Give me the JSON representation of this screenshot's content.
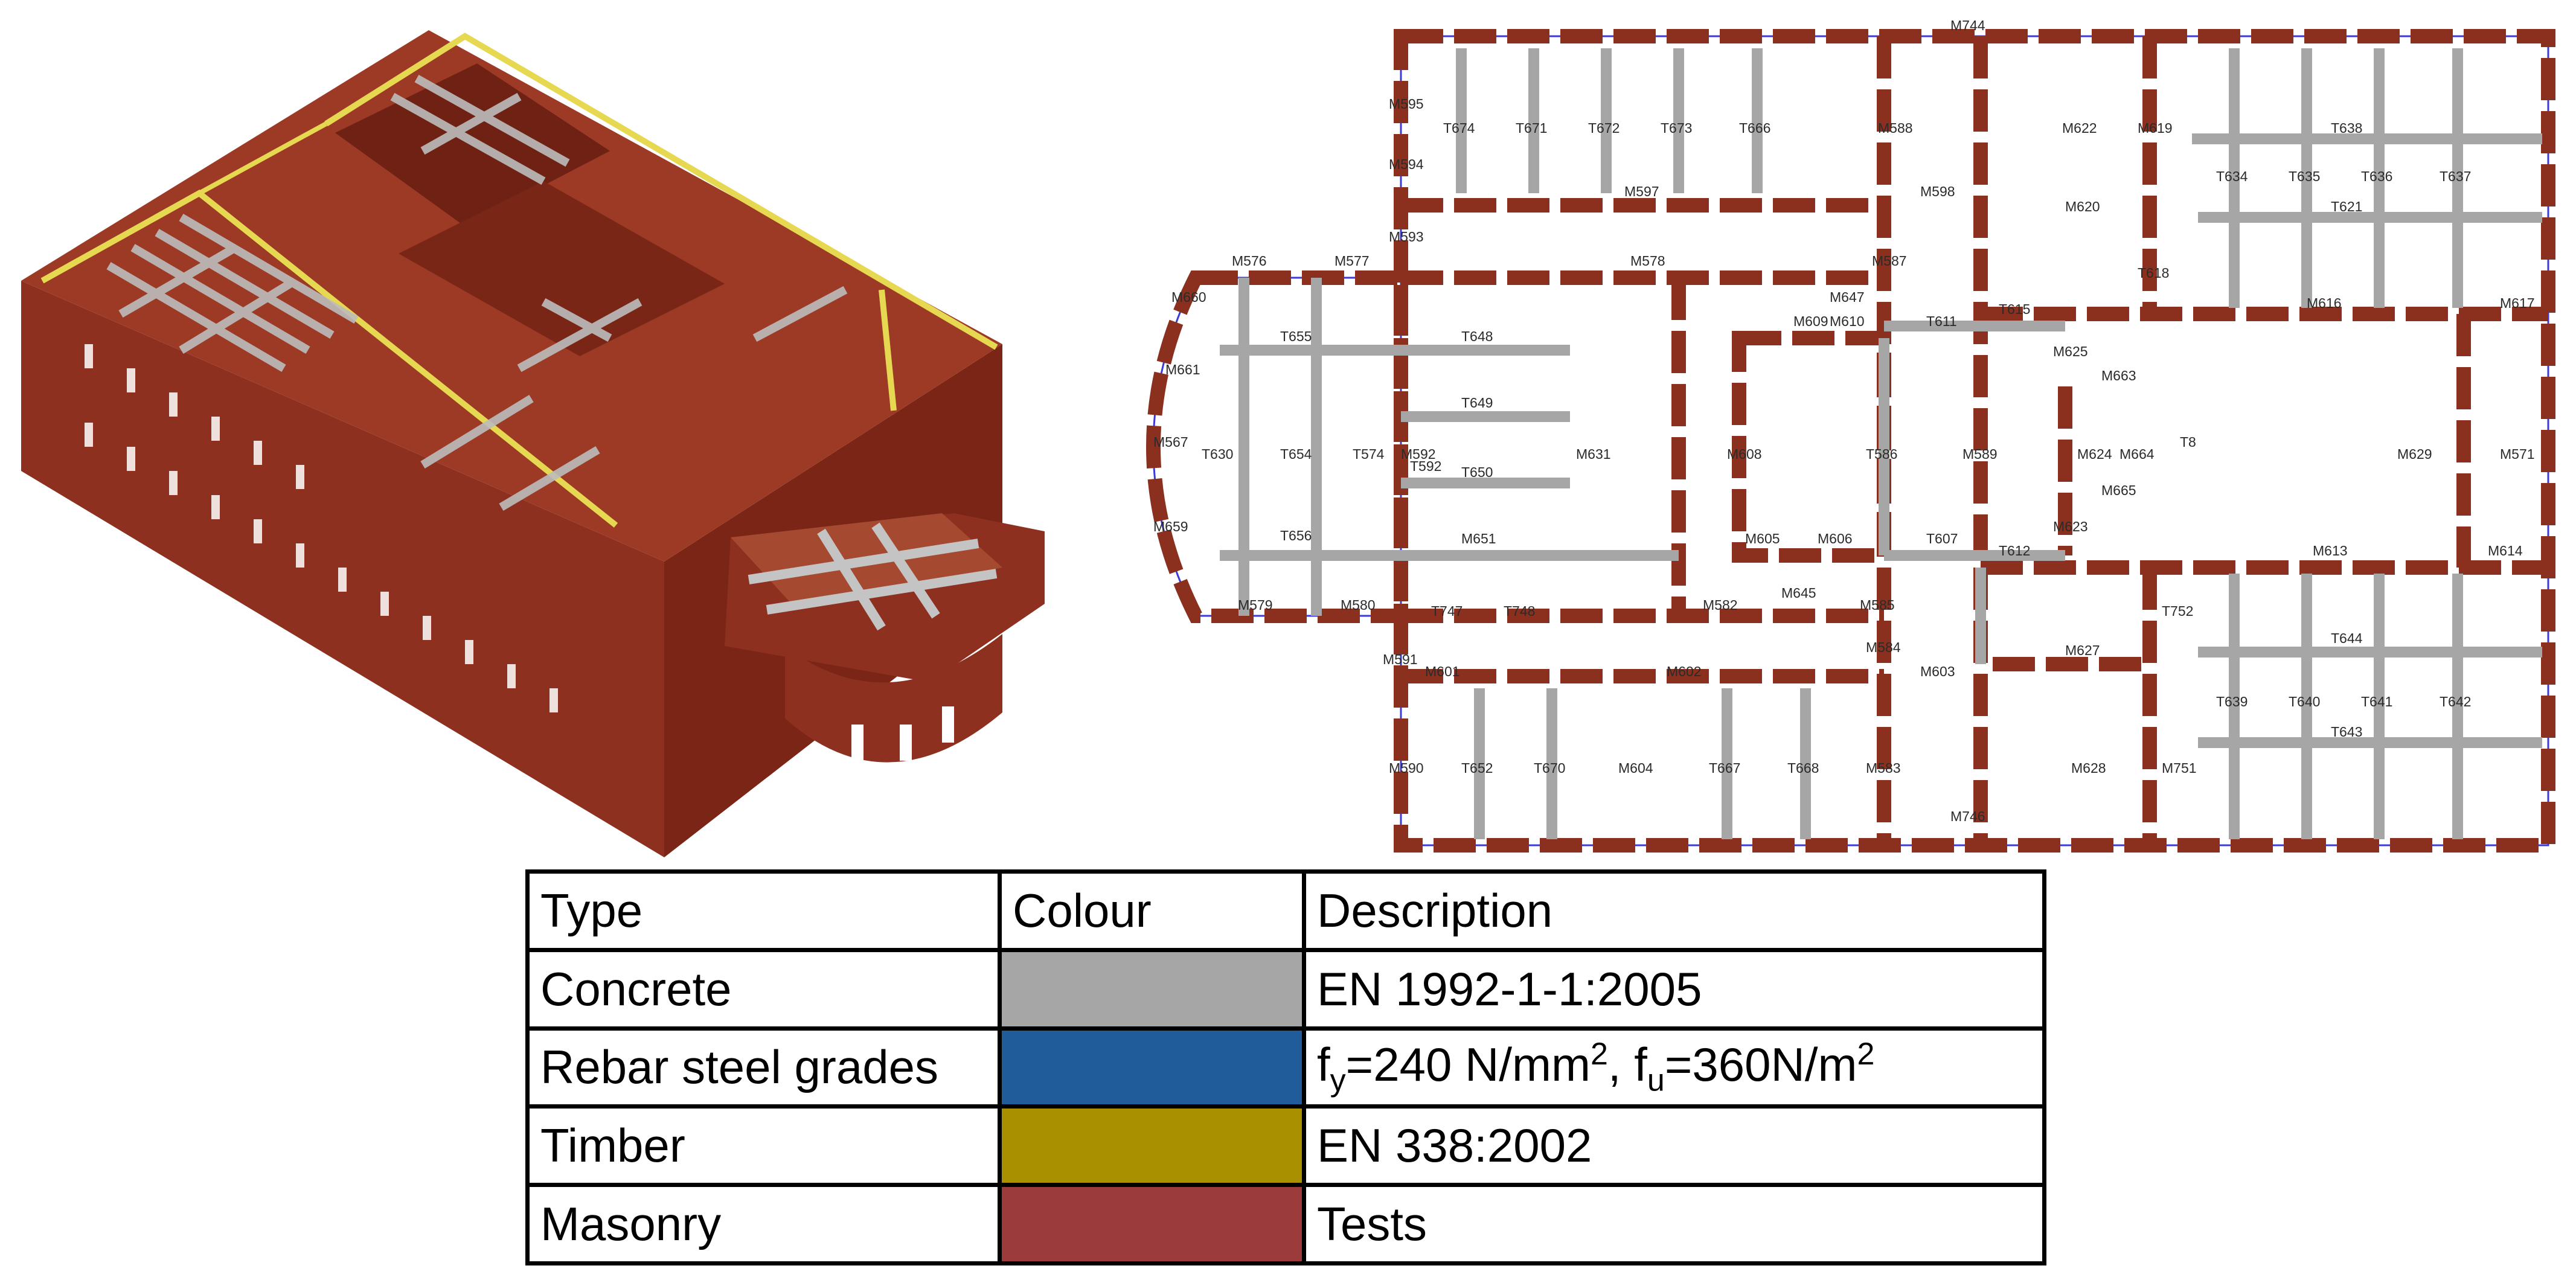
{
  "plan": {
    "labels": [
      "M595",
      "M594",
      "M593",
      "T674",
      "T671",
      "T672",
      "T673",
      "T666",
      "M588",
      "M597",
      "M598",
      "M622",
      "M619",
      "M620",
      "T638",
      "T634",
      "T635",
      "T636",
      "T637",
      "T621",
      "M576",
      "M577",
      "M578",
      "M587",
      "T618",
      "M616",
      "M617",
      "M660",
      "M609",
      "M647",
      "M610",
      "T611",
      "T615",
      "M625",
      "T655",
      "T648",
      "M663",
      "M661",
      "T649",
      "M567",
      "T630",
      "T654",
      "T574",
      "M592",
      "T592",
      "M631",
      "M608",
      "T586",
      "M589",
      "M624",
      "M664",
      "T8",
      "M629",
      "M571",
      "T650",
      "T656",
      "M665",
      "M659",
      "M651",
      "M605",
      "M606",
      "T607",
      "T612",
      "M623",
      "M613",
      "M614",
      "M645",
      "M579",
      "M580",
      "T747",
      "T748",
      "M582",
      "M585",
      "T752",
      "M591",
      "M584",
      "M603",
      "M627",
      "T644",
      "M601",
      "M602",
      "T639",
      "T640",
      "T641",
      "T642",
      "T643",
      "M590",
      "T652",
      "T670",
      "M604",
      "T667",
      "T668",
      "M583",
      "M628",
      "M751",
      "M746",
      "M744"
    ]
  },
  "legend": {
    "header": {
      "type": "Type",
      "colour": "Colour",
      "description": "Description"
    },
    "rows": [
      {
        "type": "Concrete",
        "color": "#a6a6a6",
        "description": "EN 1992-1-1:2005"
      },
      {
        "type": "Rebar steel grades",
        "color": "#1f5c99",
        "description_fy": "f",
        "fy_sub": "y",
        "fy_val": "=240 N/mm",
        "fy_sup": "2",
        "sep": ", ",
        "fu": "f",
        "fu_sub": "u",
        "fu_val": "=360N/m",
        "fu_sup": "2"
      },
      {
        "type": "Timber",
        "color": "#a89000",
        "description": "EN 338:2002"
      },
      {
        "type": "Masonry",
        "color": "#9c3b3b",
        "description": "Tests"
      }
    ]
  },
  "colors": {
    "masonry": "#8b2f1f",
    "masonry_dark": "#6e2416",
    "concrete": "#a6a6a6",
    "timber": "#e6d850",
    "outline": "#3b3bd9"
  }
}
